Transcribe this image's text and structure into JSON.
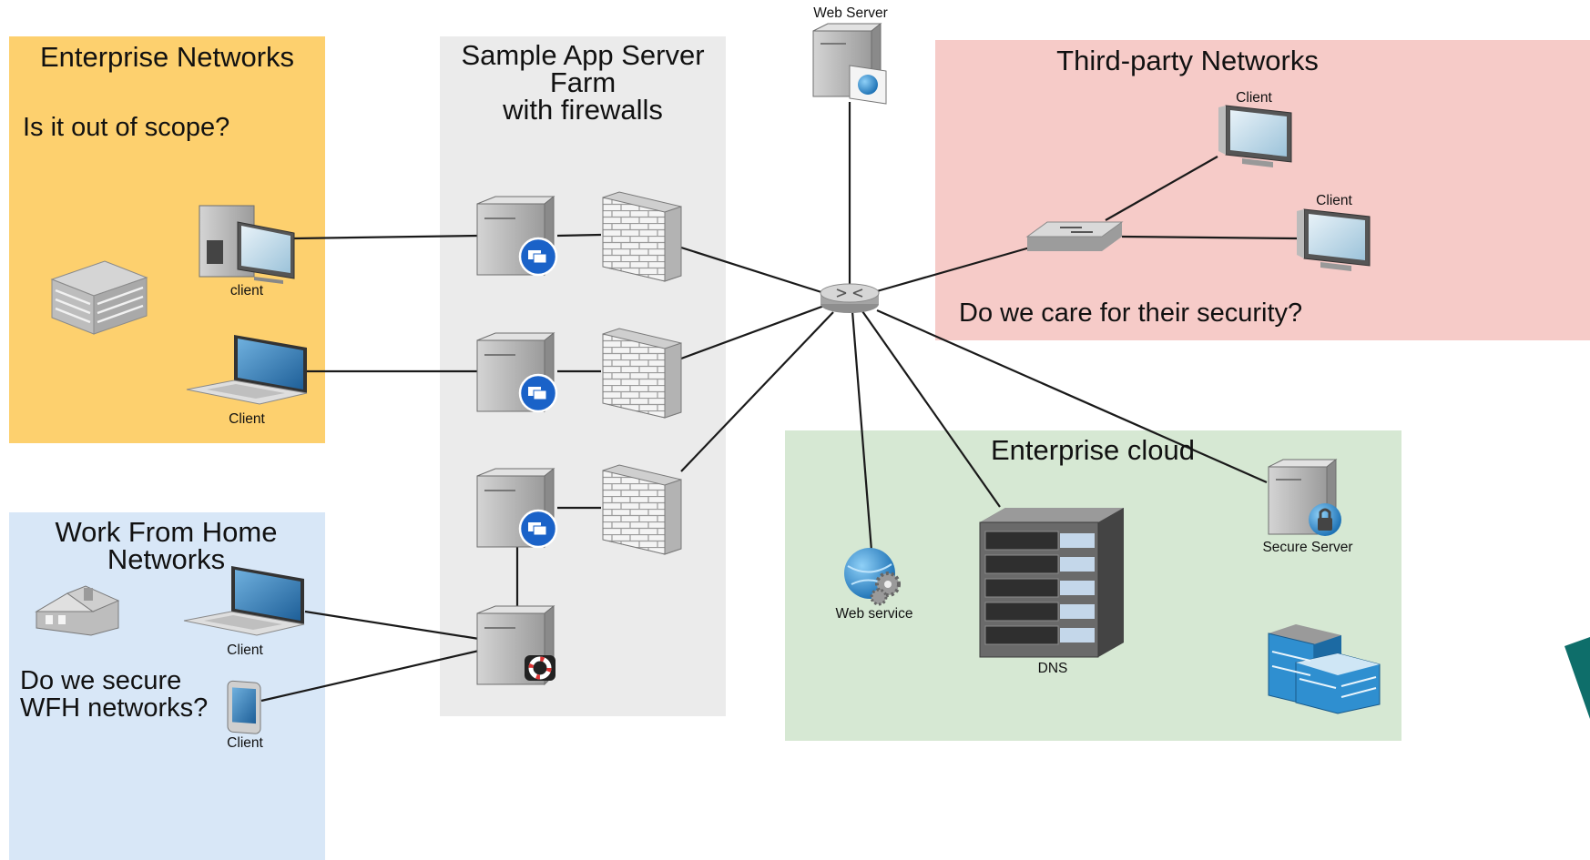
{
  "zones": {
    "enterprise": {
      "title": "Enterprise Networks",
      "question": "Is it out of scope?",
      "color": "#FDD06E"
    },
    "appfarm": {
      "title_lines": [
        "Sample App Server",
        "Farm",
        "with firewalls"
      ],
      "color": "#EBEBEB"
    },
    "thirdparty": {
      "title": "Third-party Networks",
      "question": "Do we care for their security?",
      "color": "#F6CBC8"
    },
    "wfh": {
      "title_lines": [
        "Work From Home",
        "Networks"
      ],
      "question_lines": [
        "Do we secure",
        "WFH networks?"
      ],
      "color": "#D8E7F7"
    },
    "cloud": {
      "title": "Enterprise cloud",
      "color": "#D6E8D3"
    }
  },
  "labels": {
    "web_server": "Web Server",
    "ent_client_desktop": "client",
    "ent_client_laptop": "Client",
    "tp_client_1": "Client",
    "tp_client_2": "Client",
    "wfh_client_laptop": "Client",
    "wfh_client_phone": "Client",
    "web_service": "Web service",
    "dns": "DNS",
    "secure_server": "Secure Server"
  },
  "icons": [
    "building-icon",
    "desktop-icon",
    "laptop-icon",
    "server-icon",
    "firewall-icon",
    "router-icon",
    "switch-icon",
    "monitor-icon",
    "house-icon",
    "phone-icon",
    "globe-gear-icon",
    "server-rack-icon",
    "office-buildings-icon"
  ]
}
